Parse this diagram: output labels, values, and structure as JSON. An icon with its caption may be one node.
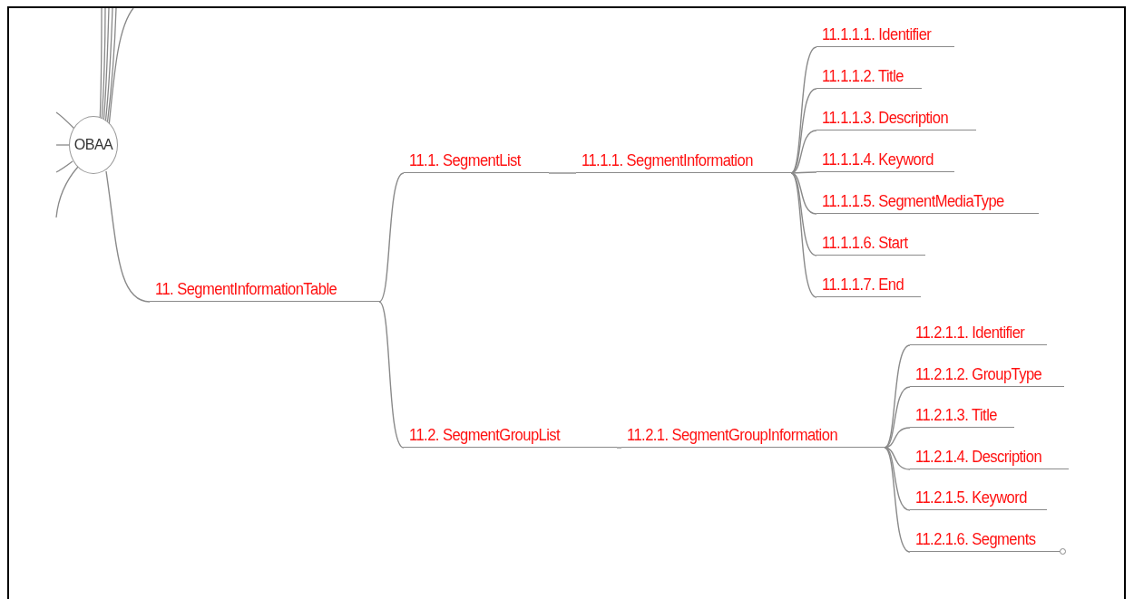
{
  "diagram": {
    "nodes": [
      {
        "text": [
          "OBAA"
        ]
      },
      {
        "text": [
          "11. SegmentInformationTable"
        ]
      },
      {
        "text": [
          "11.1. SegmentList"
        ]
      },
      {
        "text": [
          "11.1.1. SegmentInformation"
        ]
      },
      {
        "text": [
          "11.1.1.1. Identifier"
        ]
      },
      {
        "text": [
          "11.1.1.2. Title"
        ]
      },
      {
        "text": [
          "11.1.1.3. Description"
        ]
      },
      {
        "text": [
          "11.1.1.4. Keyword"
        ]
      },
      {
        "text": [
          "11.1.1.5. SegmentMediaType"
        ]
      },
      {
        "text": [
          "11.1.1.6. Start"
        ]
      },
      {
        "text": [
          "11.1.1.7. End"
        ]
      },
      {
        "text": [
          "11.2. SegmentGroupList"
        ]
      },
      {
        "text": [
          "11.2.1. SegmentGroupInformation"
        ]
      },
      {
        "text": [
          "11.2.1.1. Identifier"
        ]
      },
      {
        "text": [
          "11.2.1.2. GroupType"
        ]
      },
      {
        "text": [
          "11.2.1.3. Title"
        ]
      },
      {
        "text": [
          "11.2.1.4. Description"
        ]
      },
      {
        "text": [
          "11.2.1.5. Keyword"
        ]
      },
      {
        "text": [
          "11.2.1.6. Segments"
        ]
      }
    ],
    "edges": [
      {
        "from": 0,
        "to": 1,
        "arrow": "none"
      },
      {
        "from": 1,
        "to": 2,
        "arrow": "none"
      },
      {
        "from": 2,
        "to": 3,
        "arrow": "none"
      },
      {
        "from": 3,
        "to": 4,
        "arrow": "none"
      },
      {
        "from": 3,
        "to": 5,
        "arrow": "none"
      },
      {
        "from": 3,
        "to": 6,
        "arrow": "none"
      },
      {
        "from": 3,
        "to": 7,
        "arrow": "none"
      },
      {
        "from": 3,
        "to": 8,
        "arrow": "none"
      },
      {
        "from": 3,
        "to": 9,
        "arrow": "none"
      },
      {
        "from": 3,
        "to": 10,
        "arrow": "none"
      },
      {
        "from": 1,
        "to": 11,
        "arrow": "none"
      },
      {
        "from": 11,
        "to": 12,
        "arrow": "none"
      },
      {
        "from": 12,
        "to": 13,
        "arrow": "none"
      },
      {
        "from": 12,
        "to": 14,
        "arrow": "none"
      },
      {
        "from": 12,
        "to": 15,
        "arrow": "none"
      },
      {
        "from": 12,
        "to": 16,
        "arrow": "none"
      },
      {
        "from": 12,
        "to": 17,
        "arrow": "none"
      },
      {
        "from": 12,
        "to": 18,
        "arrow": "none"
      }
    ]
  }
}
